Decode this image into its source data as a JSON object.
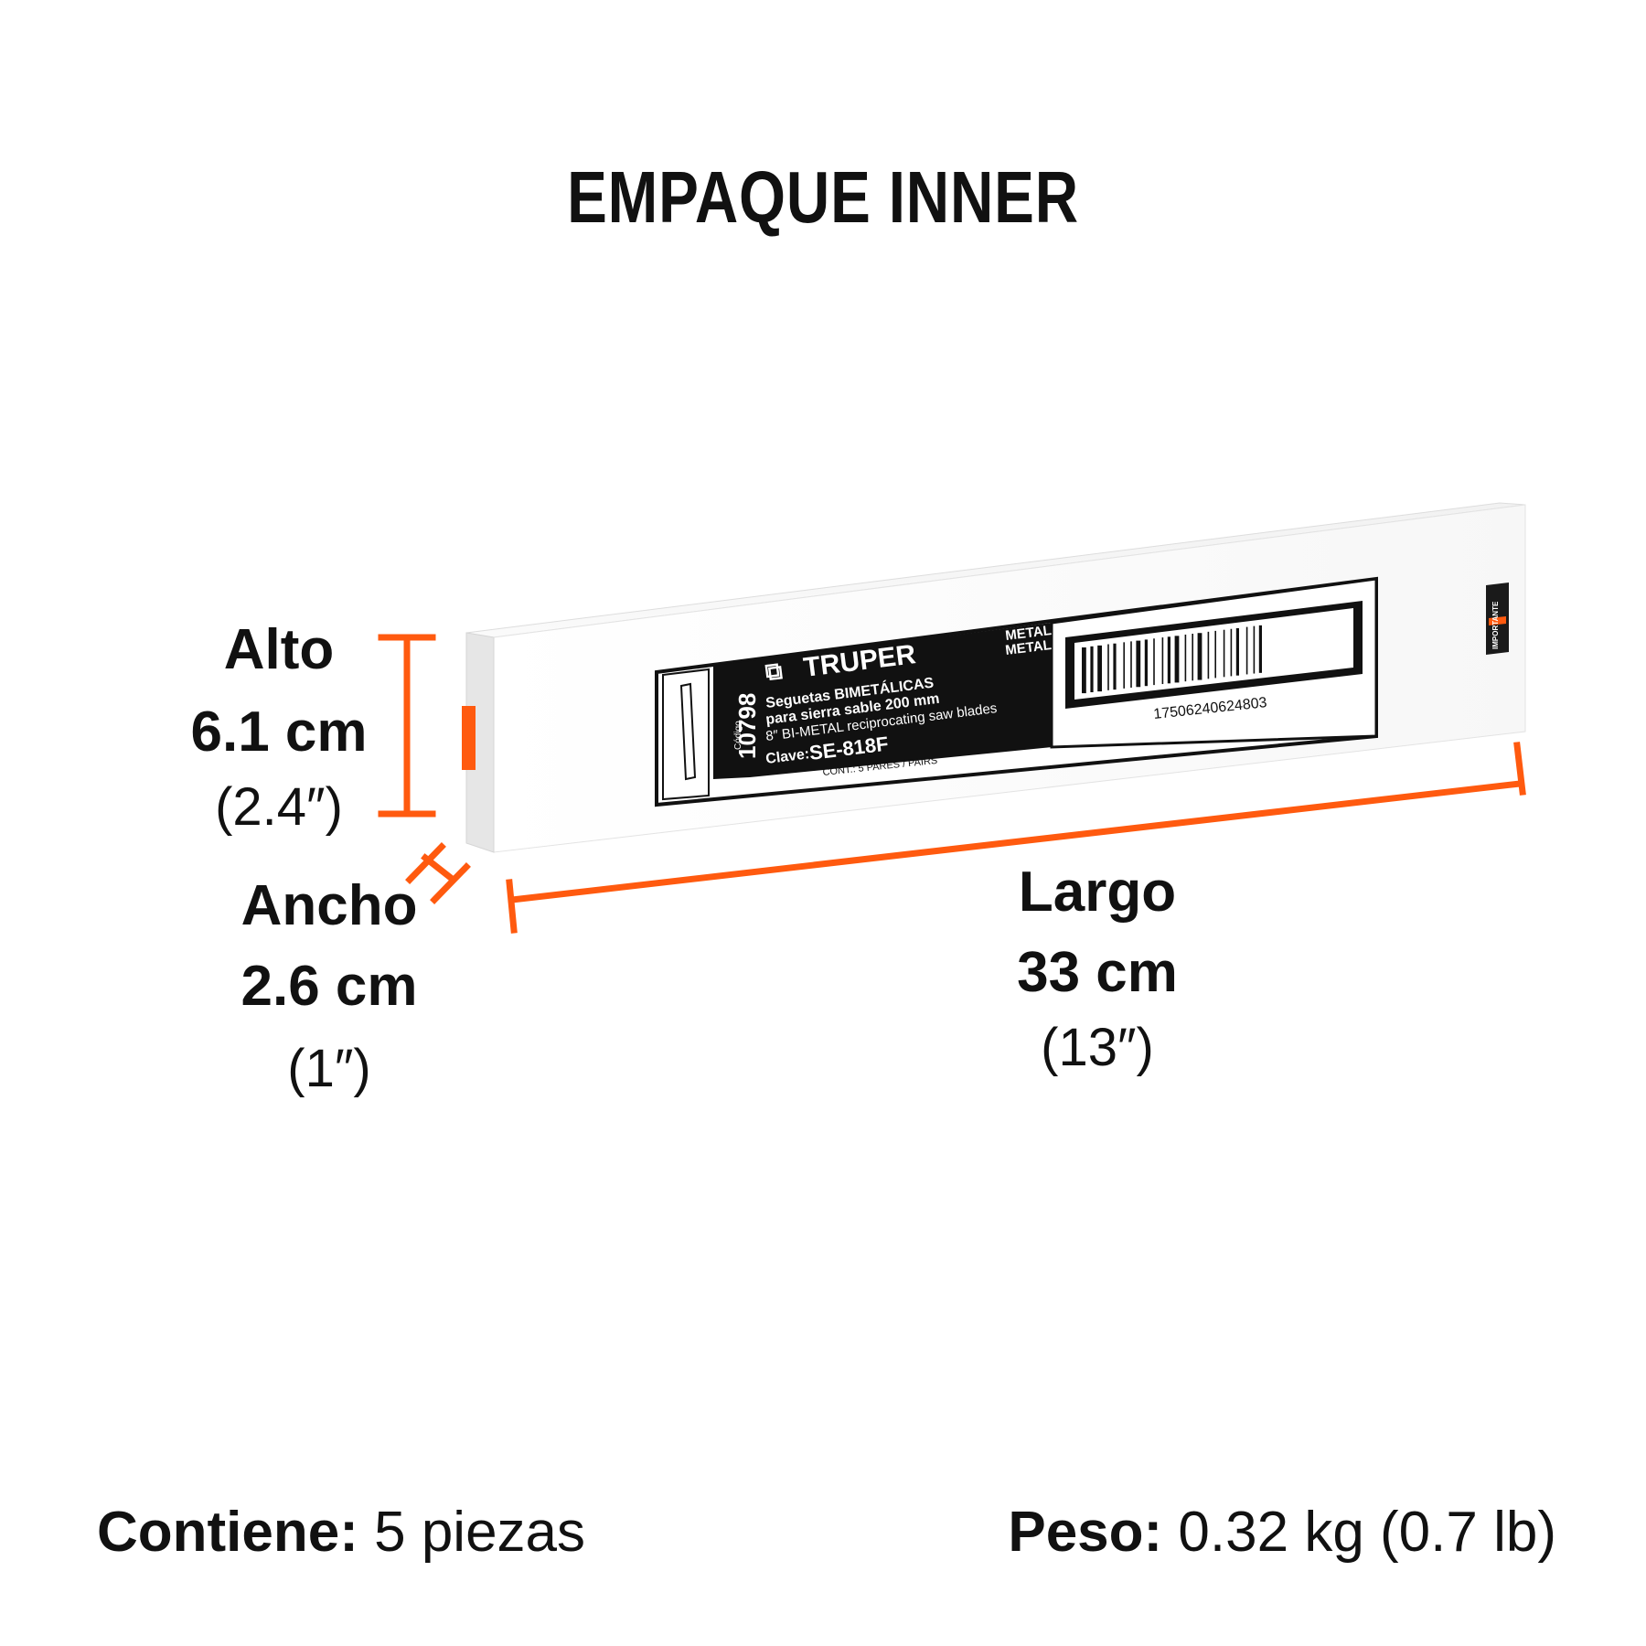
{
  "title": "EMPAQUE INNER",
  "dimensions": {
    "alto": {
      "label": "Alto",
      "metric": "6.1 cm",
      "imperial": "(2.4″)"
    },
    "ancho": {
      "label": "Ancho",
      "metric": "2.6 cm",
      "imperial": "(1″)"
    },
    "largo": {
      "label": "Largo",
      "metric": "33 cm",
      "imperial": "(13″)"
    }
  },
  "footer": {
    "contents_label": "Contiene:",
    "contents_value": "5 piezas",
    "weight_label": "Peso:",
    "weight_value": "0.32 kg (0.7 lb)"
  },
  "package_label": {
    "brand": "TRUPER",
    "code_label": "Código",
    "code": "10798",
    "line1": "Seguetas BIMETÁLICAS",
    "line2": "para sierra sable 200 mm",
    "line3": "8″ BI-METAL reciprocating saw blades",
    "material1": "METAL",
    "material2": "METAL",
    "clave_label": "Clave:",
    "clave": "SE-818F",
    "contents": "CONT.: 5 PARES / PAIRS",
    "barcode_number": "17506240624803",
    "side_label": "IMPORTANTE"
  },
  "colors": {
    "accent": "#ff5a0f",
    "ink": "#111111",
    "box": "#ffffff"
  }
}
